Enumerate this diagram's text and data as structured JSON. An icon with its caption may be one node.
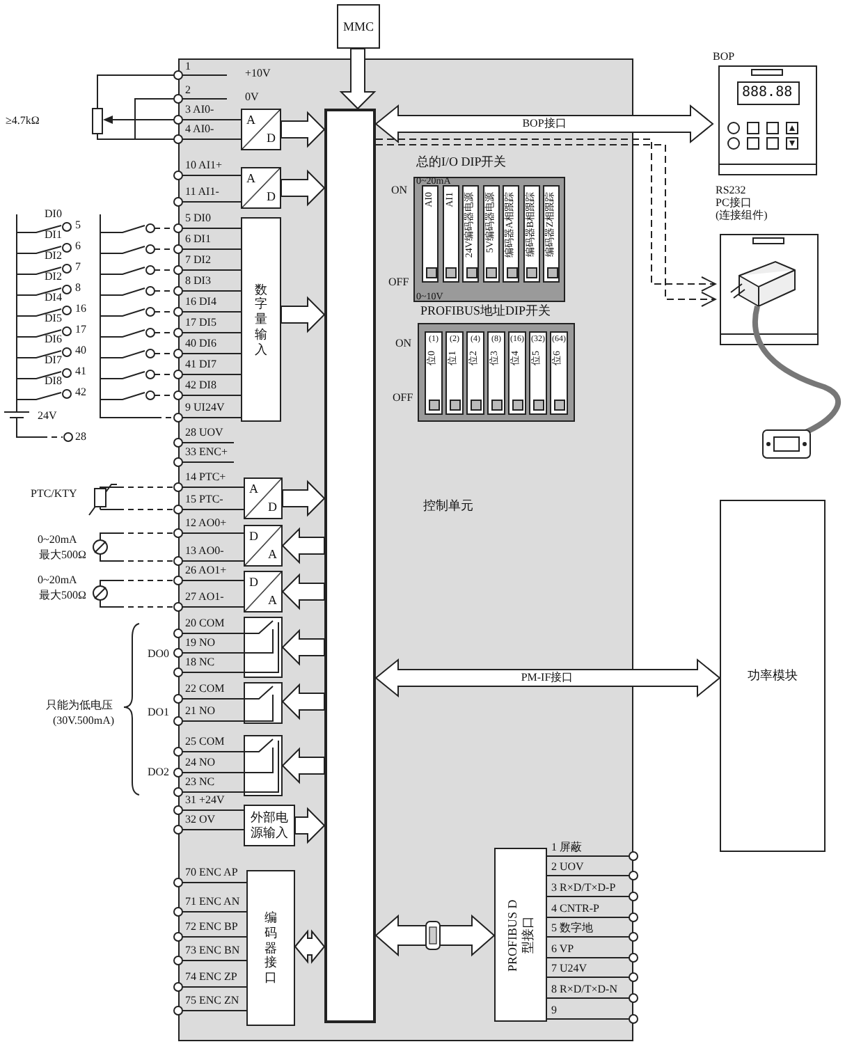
{
  "diagram": {
    "nodes": [
      {
        "text": [
          "控制单元"
        ]
      },
      {
        "text": [],
        "shape": "bar",
        "in": 0
      },
      {
        "text": [
          "MMC"
        ]
      },
      {
        "text": [
          "A",
          "D"
        ],
        "in": 0
      },
      {
        "text": [
          "A",
          "D"
        ],
        "in": 0
      },
      {
        "text": [
          "数字量输入"
        ],
        "in": 0
      },
      {
        "text": [
          "A",
          "D"
        ],
        "in": 0
      },
      {
        "text": [
          "D",
          "A"
        ],
        "in": 0
      },
      {
        "text": [
          "D",
          "A"
        ],
        "in": 0
      },
      {
        "text": [],
        "shape": "box",
        "in": 0
      },
      {
        "text": [],
        "shape": "box",
        "in": 0
      },
      {
        "text": [],
        "shape": "box",
        "in": 0
      },
      {
        "text": [
          "外部电源输入"
        ],
        "in": 0
      },
      {
        "text": [
          "编码器接口"
        ],
        "in": 0
      },
      {
        "text": [
          "总的I/O DIP开关",
          "0~20mA",
          "0~10V"
        ],
        "in": 0
      },
      {
        "text": [
          "AI0"
        ],
        "in": 14
      },
      {
        "text": [
          "AI1"
        ],
        "in": 14
      },
      {
        "text": [
          "24V编码器电源"
        ],
        "in": 14
      },
      {
        "text": [
          "5V编码器电源"
        ],
        "in": 14
      },
      {
        "text": [
          "编码器A相跟踪"
        ],
        "in": 14
      },
      {
        "text": [
          "编码器B相跟踪"
        ],
        "in": 14
      },
      {
        "text": [
          "编码器Z相跟踪"
        ],
        "in": 14
      },
      {
        "text": [
          "PROFIBUS地址DIP开关"
        ],
        "in": 0
      },
      {
        "text": [
          "(1)",
          "位0"
        ],
        "in": 22
      },
      {
        "text": [
          "(2)",
          "位1"
        ],
        "in": 22
      },
      {
        "text": [
          "(4)",
          "位2"
        ],
        "in": 22
      },
      {
        "text": [
          "(8)",
          "位3"
        ],
        "in": 22
      },
      {
        "text": [
          "(16)",
          "位4"
        ],
        "in": 22
      },
      {
        "text": [
          "(32)",
          "位5"
        ],
        "in": 22
      },
      {
        "text": [
          "(64)",
          "位6"
        ],
        "in": 22
      },
      {
        "text": [
          "PROFIBUS D型接口"
        ],
        "in": 0
      },
      {
        "text": [
          "BOP"
        ]
      },
      {
        "text": [
          "RS232 PC接口 (连接组件)"
        ]
      },
      {
        "text": [
          "功率模块"
        ]
      }
    ],
    "edges": [
      {
        "from": 2,
        "to": 1,
        "arrow": "to"
      },
      {
        "from": 3,
        "to": 1,
        "arrow": "to"
      },
      {
        "from": 4,
        "to": 1,
        "arrow": "to"
      },
      {
        "from": 5,
        "to": 1,
        "arrow": "to"
      },
      {
        "from": 6,
        "to": 1,
        "arrow": "to"
      },
      {
        "from": 1,
        "to": 7,
        "arrow": "to"
      },
      {
        "from": 1,
        "to": 8,
        "arrow": "to"
      },
      {
        "from": 1,
        "to": 9,
        "arrow": "to"
      },
      {
        "from": 1,
        "to": 10,
        "arrow": "to"
      },
      {
        "from": 1,
        "to": 11,
        "arrow": "to"
      },
      {
        "from": 12,
        "to": 1,
        "arrow": "to"
      },
      {
        "from": 13,
        "to": 1,
        "arrow": "both"
      },
      {
        "from": 1,
        "to": 31,
        "arrow": "both",
        "label": "BOP接口"
      },
      {
        "from": 1,
        "to": 32,
        "arrow": "to",
        "style": "dashed"
      },
      {
        "from": 1,
        "to": 32,
        "arrow": "to",
        "style": "dashed"
      },
      {
        "from": 1,
        "to": 30,
        "arrow": "both"
      },
      {
        "from": 1,
        "to": 33,
        "arrow": "both",
        "label": "PM-IF接口"
      },
      {
        "from": 0,
        "to": null,
        "arrow": "other"
      },
      {
        "from": 0,
        "to": null,
        "arrow": "other"
      },
      {
        "from": 0,
        "to": 3,
        "arrow": "other"
      },
      {
        "from": 0,
        "to": 3,
        "arrow": "other"
      },
      {
        "from": 0,
        "to": 4,
        "arrow": "other"
      },
      {
        "from": 0,
        "to": 4,
        "arrow": "other"
      },
      {
        "from": 0,
        "to": 5,
        "arrow": "other"
      },
      {
        "from": 0,
        "to": 5,
        "arrow": "other"
      },
      {
        "from": 0,
        "to": 5,
        "arrow": "other"
      },
      {
        "from": 0,
        "to": 5,
        "arrow": "other"
      },
      {
        "from": 0,
        "to": 5,
        "arrow": "other"
      },
      {
        "from": 0,
        "to": 5,
        "arrow": "other"
      },
      {
        "from": 0,
        "to": 5,
        "arrow": "other"
      },
      {
        "from": 0,
        "to": 5,
        "arrow": "other"
      },
      {
        "from": 0,
        "to": 5,
        "arrow": "other"
      },
      {
        "from": 0,
        "to": 5,
        "arrow": "other"
      },
      {
        "from": 0,
        "to": null,
        "arrow": "other",
        "label": "28 UOV"
      },
      {
        "from": 0,
        "to": null,
        "arrow": "other",
        "label": "33 ENC+"
      },
      {
        "from": 0,
        "to": 6,
        "arrow": "other"
      },
      {
        "from": 0,
        "to": 6,
        "arrow": "other"
      },
      {
        "from": 0,
        "to": 7,
        "arrow": "other"
      },
      {
        "from": 0,
        "to": 7,
        "arrow": "other"
      },
      {
        "from": 0,
        "to": 8,
        "arrow": "other"
      },
      {
        "from": 0,
        "to": 8,
        "arrow": "other"
      },
      {
        "from": 0,
        "to": 9,
        "arrow": "other"
      },
      {
        "from": 0,
        "to": 9,
        "arrow": "other"
      },
      {
        "from": 0,
        "to": 9,
        "arrow": "other"
      },
      {
        "from": 0,
        "to": 10,
        "arrow": "other"
      },
      {
        "from": 0,
        "to": 10,
        "arrow": "other"
      },
      {
        "from": 0,
        "to": 11,
        "arrow": "other"
      },
      {
        "from": 0,
        "to": 11,
        "arrow": "other"
      },
      {
        "from": 0,
        "to": 11,
        "arrow": "other"
      },
      {
        "from": 0,
        "to": 12,
        "arrow": "other"
      },
      {
        "from": 0,
        "to": 12,
        "arrow": "other"
      },
      {
        "from": 0,
        "to": 13,
        "arrow": "other"
      },
      {
        "from": 0,
        "to": 13,
        "arrow": "other"
      },
      {
        "from": 0,
        "to": 13,
        "arrow": "other"
      },
      {
        "from": 0,
        "to": 13,
        "arrow": "other"
      },
      {
        "from": 0,
        "to": 13,
        "arrow": "other"
      },
      {
        "from": 0,
        "to": 13,
        "arrow": "other"
      },
      {
        "from": 30,
        "to": 0,
        "arrow": "other"
      },
      {
        "from": 30,
        "to": 0,
        "arrow": "other"
      },
      {
        "from": 30,
        "to": 0,
        "arrow": "other"
      },
      {
        "from": 30,
        "to": 0,
        "arrow": "other"
      },
      {
        "from": 30,
        "to": 0,
        "arrow": "other"
      },
      {
        "from": 30,
        "to": 0,
        "arrow": "other"
      },
      {
        "from": 30,
        "to": 0,
        "arrow": "other"
      },
      {
        "from": 30,
        "to": 0,
        "arrow": "other"
      },
      {
        "from": 30,
        "to": 0,
        "arrow": "other"
      }
    ],
    "labels": [
      "1",
      "+10V",
      "2",
      "0V",
      "3 AI0-",
      "4 AI0-",
      "10 AI1+",
      "11 AI1-",
      "5 DI0",
      "6 DI1",
      "7 DI2",
      "8 DI3",
      "16 DI4",
      "17 DI5",
      "40 DI6",
      "41 DI7",
      "42 DI8",
      "9 UI24V",
      "14 PTC+",
      "15 PTC-",
      "12 AO0+",
      "13 AO0-",
      "26 AO1+",
      "27 AO1-",
      "20 COM",
      "19 NO",
      "18 NC",
      "22 COM",
      "21 NO",
      "25 COM",
      "24 NO",
      "23 NC",
      "31 +24V",
      "32 OV",
      "70 ENC AP",
      "71 ENC AN",
      "72 ENC BP",
      "73 ENC BN",
      "74 ENC ZP",
      "75 ENC ZN",
      "≥4.7kΩ",
      "DI0",
      "5",
      "DI1",
      "6",
      "DI2",
      "7",
      "DI2",
      "8",
      "DI4",
      "16",
      "DI5",
      "17",
      "DI6",
      "40",
      "DI7",
      "41",
      "DI8",
      "42",
      "24V",
      "28",
      "PTC/KTY",
      "0~20mA",
      "最大500Ω",
      "0~20mA",
      "最大500Ω",
      "DO0",
      "只能为低电压",
      "(30V.500mA)",
      "DO1",
      "DO2",
      "ON",
      "OFF",
      "ON",
      "OFF",
      "1 屏蔽",
      "2 UOV",
      "3 R×D/T×D-P",
      "4 CNTR-P",
      "5 数字地",
      "6 VP",
      "7 U24V",
      "8 R×D/T×D-N",
      "9",
      "888.88"
    ]
  }
}
